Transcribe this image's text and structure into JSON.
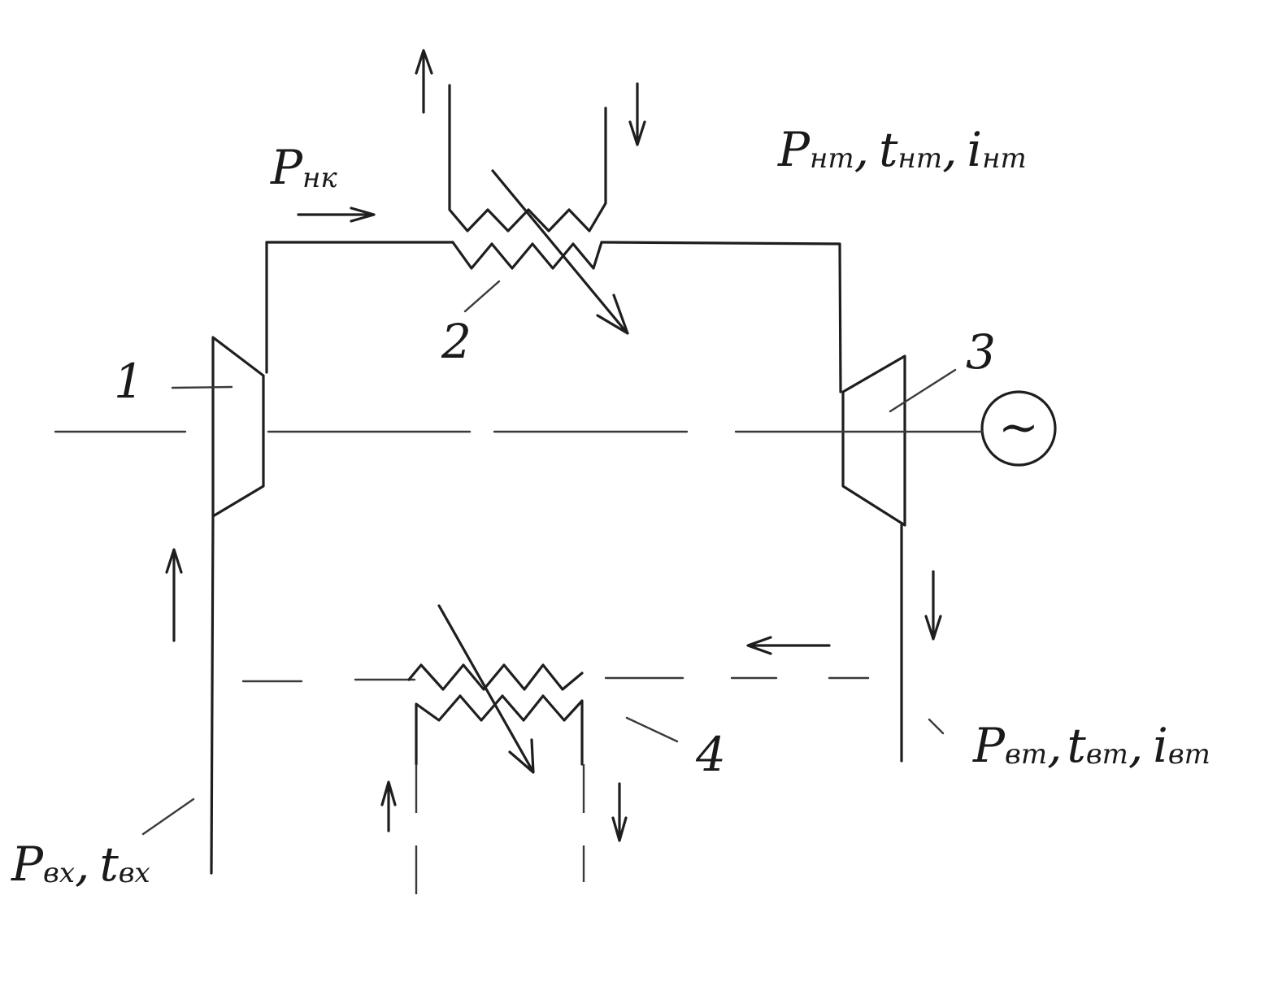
{
  "labels": {
    "p_nk": {
      "main": "P",
      "sub": "нк"
    },
    "p_nt": {
      "p": "P",
      "p_sub": "нт",
      "t": "t",
      "t_sub": "нт",
      "i": "i",
      "i_sub": "нт"
    },
    "p_vt": {
      "p": "P",
      "p_sub": "вт",
      "t": "t",
      "t_sub": "вт",
      "i": "i",
      "i_sub": "вт"
    },
    "p_vx": {
      "p": "P",
      "p_sub": "вх",
      "t": "t",
      "t_sub": "вх"
    },
    "sep": ",",
    "n1": "1",
    "n2": "2",
    "n3": "3",
    "n4": "4",
    "generator": "~"
  }
}
